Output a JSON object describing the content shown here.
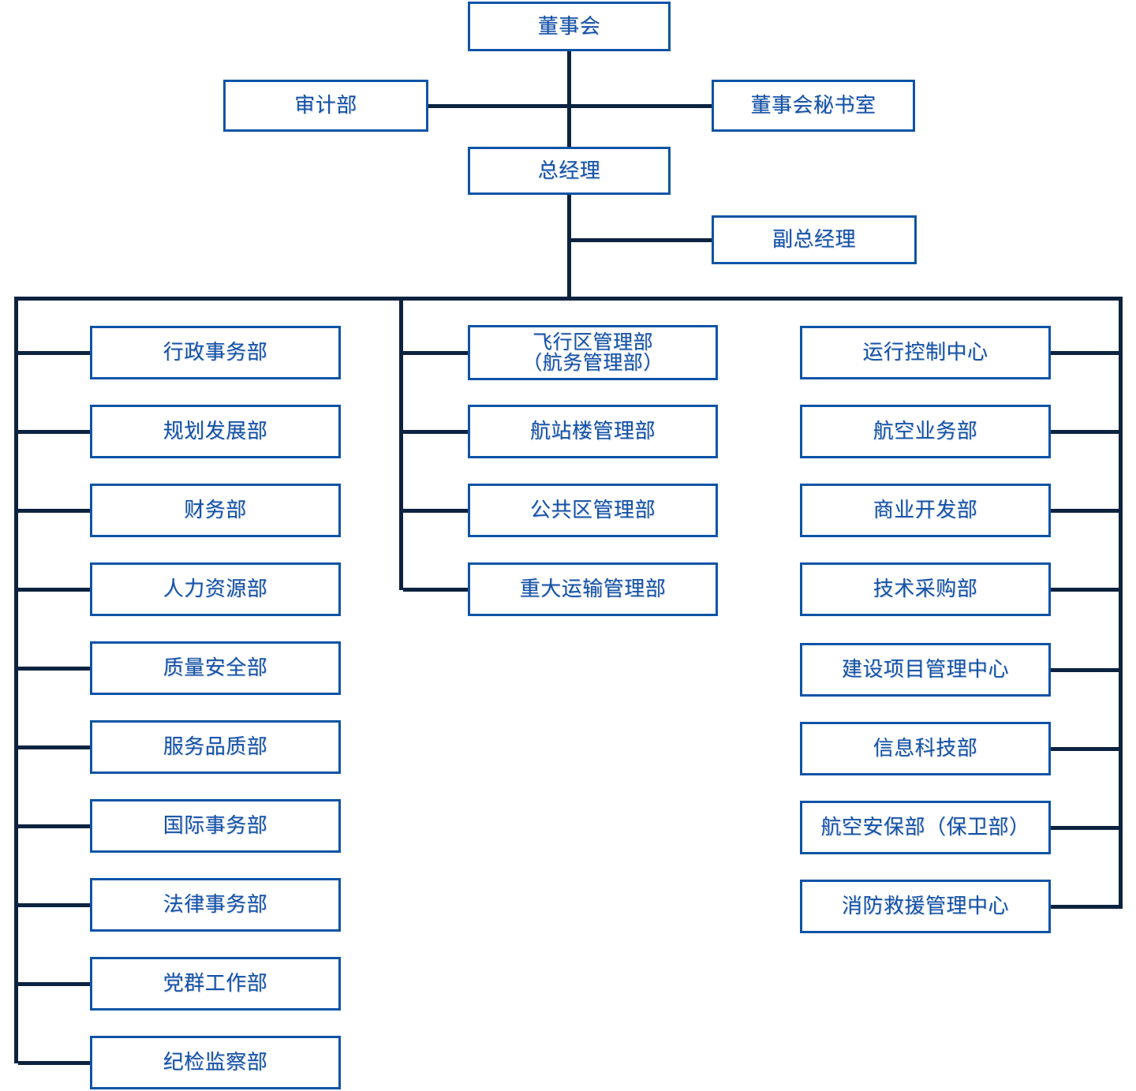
{
  "meta": {
    "title": "组织机构图",
    "colors": {
      "box_border": "#0d54a6",
      "connector": "#0c2340",
      "text": "#1452a8",
      "background": "#ffffff"
    }
  },
  "chart_data": {
    "type": "org-chart",
    "orientation": "top-down",
    "levels": [
      {
        "level": 1,
        "nodes": [
          "董事会"
        ]
      },
      {
        "level": 2,
        "nodes": [
          "审计部",
          "董事会秘书室"
        ]
      },
      {
        "level": 3,
        "nodes": [
          "总经理"
        ]
      },
      {
        "level": 4,
        "nodes": [
          "副总经理"
        ]
      },
      {
        "level": 5,
        "nodes": [
          "行政事务部",
          "规划发展部",
          "财务部",
          "人力资源部",
          "质量安全部",
          "服务品质部",
          "国际事务部",
          "法律事务部",
          "党群工作部",
          "纪检监察部",
          "飞行区管理部（航务管理部）",
          "航站楼管理部",
          "公共区管理部",
          "重大运输管理部",
          "运行控制中心",
          "航空业务部",
          "商业开发部",
          "技术采购部",
          "建设项目管理中心",
          "信息科技部",
          "航空安保部（保卫部）",
          "消防救援管理中心"
        ]
      }
    ]
  },
  "top": {
    "board": "董事会",
    "audit": "审计部",
    "board_secretariat": "董事会秘书室",
    "general_manager": "总经理",
    "deputy_general_manager": "副总经理"
  },
  "left_column": [
    {
      "label": "行政事务部"
    },
    {
      "label": "规划发展部"
    },
    {
      "label": "财务部"
    },
    {
      "label": "人力资源部"
    },
    {
      "label": "质量安全部"
    },
    {
      "label": "服务品质部"
    },
    {
      "label": "国际事务部"
    },
    {
      "label": "法律事务部"
    },
    {
      "label": "党群工作部"
    },
    {
      "label": "纪检监察部"
    }
  ],
  "middle_column": [
    {
      "label": "飞行区管理部\n（航务管理部）"
    },
    {
      "label": "航站楼管理部"
    },
    {
      "label": "公共区管理部"
    },
    {
      "label": "重大运输管理部"
    }
  ],
  "right_column": [
    {
      "label": "运行控制中心"
    },
    {
      "label": "航空业务部"
    },
    {
      "label": "商业开发部"
    },
    {
      "label": "技术采购部"
    },
    {
      "label": "建设项目管理中心"
    },
    {
      "label": "信息科技部"
    },
    {
      "label": "航空安保部（保卫部）"
    },
    {
      "label": "消防救援管理中心"
    }
  ]
}
